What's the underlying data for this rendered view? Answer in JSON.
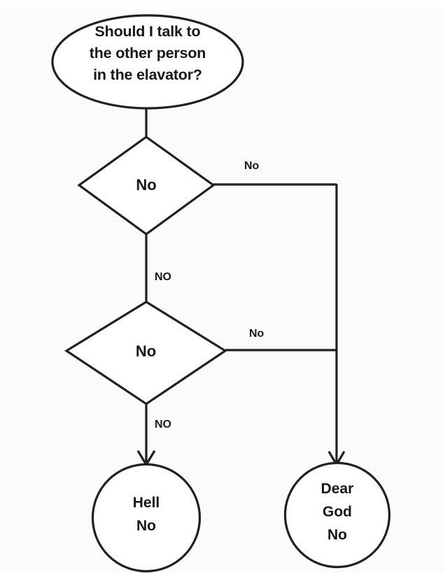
{
  "chart_data": {
    "type": "diagram",
    "diagram_kind": "flowchart",
    "title": "Should I talk to the other person in the elavator?",
    "background_color": "#fbfbfc",
    "line_color": "#231f20",
    "text_color": "#1a1718",
    "nodes": [
      {
        "id": "start",
        "shape": "oval",
        "text": "Should I talk to\nthe other person\nin the elavator?"
      },
      {
        "id": "decision-1",
        "shape": "diamond",
        "text": "No"
      },
      {
        "id": "decision-2",
        "shape": "diamond",
        "text": "No"
      },
      {
        "id": "end-hell",
        "shape": "circle",
        "text": "Hell\nNo"
      },
      {
        "id": "end-dear",
        "shape": "circle",
        "text": "Dear\nGod\nNo"
      }
    ],
    "edges": [
      {
        "from": "start",
        "to": "decision-1",
        "label": "",
        "direction": "down"
      },
      {
        "from": "decision-1",
        "to": "end-dear",
        "label": "No",
        "direction": "right"
      },
      {
        "from": "decision-1",
        "to": "decision-2",
        "label": "NO",
        "direction": "down"
      },
      {
        "from": "decision-2",
        "to": "end-dear",
        "label": "No",
        "direction": "right"
      },
      {
        "from": "decision-2",
        "to": "end-hell",
        "label": "NO",
        "direction": "down"
      }
    ]
  },
  "flowchart": {
    "start": {
      "line1": "Should I talk to",
      "line2": "the other person",
      "line3": "in the elavator?",
      "text": "Should I talk to\nthe other person\nin the elavator?"
    },
    "decision_1": {
      "text": "No"
    },
    "decision_2": {
      "text": "No"
    },
    "terminal_hell": {
      "text": "Hell\nNo"
    },
    "terminal_dear": {
      "text": "Dear\nGod\nNo"
    },
    "labels": {
      "branch_right_1": "No",
      "branch_right_2": "No",
      "branch_down_1": "NO",
      "branch_down_2": "NO"
    }
  }
}
